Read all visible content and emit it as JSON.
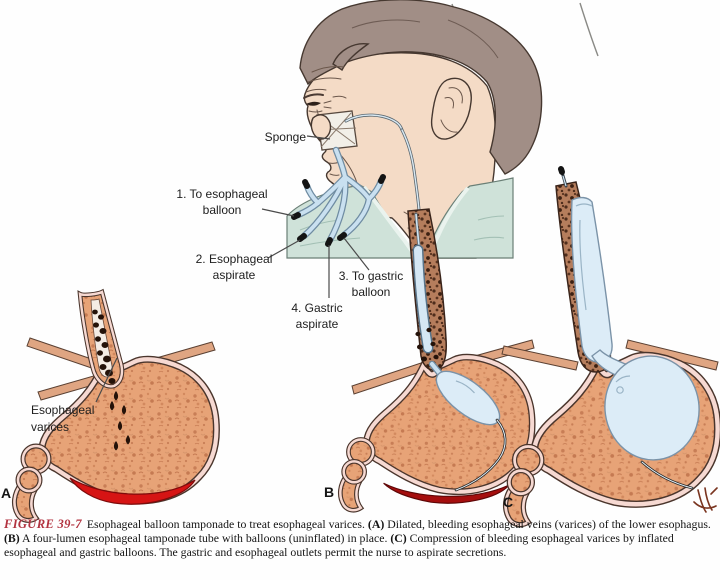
{
  "labels": {
    "sponge": "Sponge",
    "lumen1_l1": "1. To esophageal",
    "lumen1_l2": "balloon",
    "lumen2_l1": "2. Esophageal",
    "lumen2_l2": "aspirate",
    "lumen3_l1": "3. To gastric",
    "lumen3_l2": "balloon",
    "lumen4_l1": "4. Gastric",
    "lumen4_l2": "aspirate",
    "varices_l1": "Esophageal",
    "varices_l2": "varices"
  },
  "panels": {
    "a": "A",
    "b": "B",
    "c": "C"
  },
  "caption": {
    "figure_label": "FIGURE 39-7",
    "intro": "Esophageal balloon tamponade to treat esophageal varices. ",
    "marker_a": "(A)",
    "text_a": " Dilated, bleeding esophageal veins (varices) of the lower esophagus. ",
    "marker_b": "(B)",
    "text_b": " A four-lumen esophageal tamponade tube with balloons (uninflated) in place. ",
    "marker_c": "(C)",
    "text_c": " Compression of bleeding esophageal varices by inflated esophageal and gastric balloons. The gastric and esophageal outlets permit the nurse to aspirate secretions."
  },
  "colors": {
    "figure_label_red": "#b23340",
    "skin": "#f4dbc6",
    "hair": "#a18e86",
    "gown_teal": "#cfe2d9",
    "tube_blue": "#c9e0f0",
    "balloon_blue": "#dcecf7",
    "stomach_salmon": "#e7a377",
    "stomach_rim_pink": "#f6d9d2",
    "blood_bright_red": "#d61414",
    "blood_dark_red": "#a50e0e",
    "varices_dark": "#241209"
  }
}
